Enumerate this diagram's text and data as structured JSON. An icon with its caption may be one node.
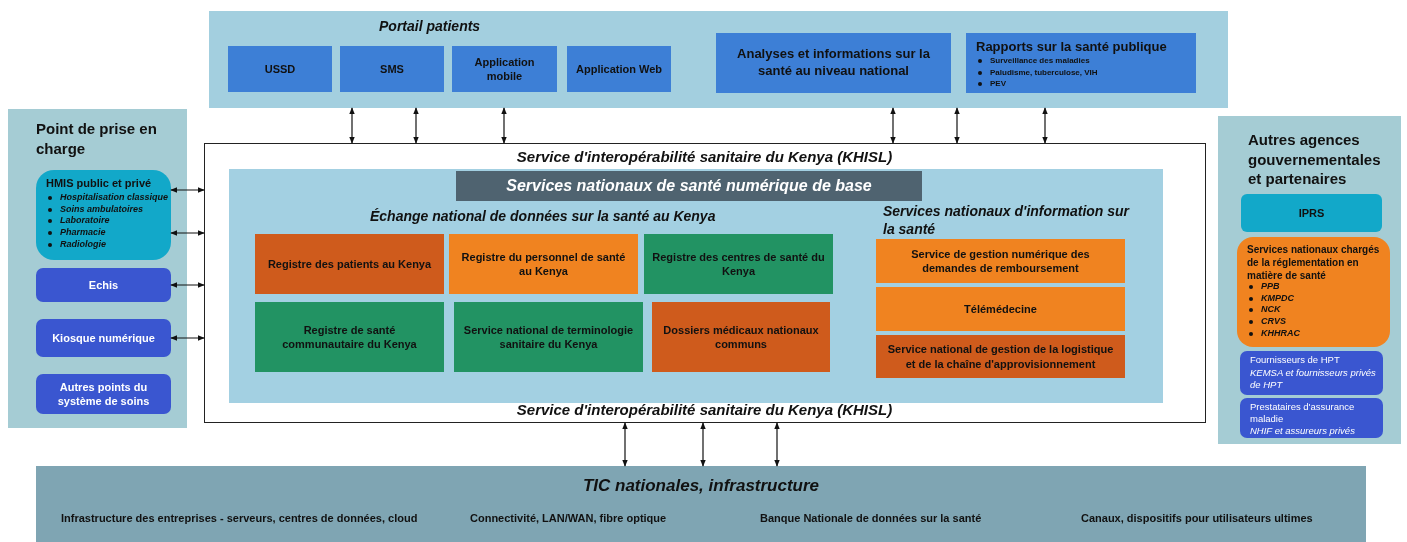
{
  "diagram": {
    "nodes": [
      {
        "text": [
          "Portail patients"
        ]
      },
      {
        "text": [
          "USSD"
        ],
        "in": 0
      },
      {
        "text": [
          "SMS"
        ],
        "in": 0
      },
      {
        "text": [
          "Application mobile"
        ],
        "in": 0
      },
      {
        "text": [
          "Application Web"
        ],
        "in": 0
      },
      {
        "text": [
          "Analyses et informations sur la santé au niveau national"
        ],
        "in": 0
      },
      {
        "text": [
          "Rapports sur la santé publique",
          "Surveillance des maladies",
          "Paludisme, tuberculose, VIH",
          "PEV"
        ],
        "in": 0
      },
      {
        "text": [
          "Point de prise en charge"
        ]
      },
      {
        "text": [
          "HMIS public et privé",
          "Hospitalisation classique",
          "Soins ambulatoires",
          "Laboratoire",
          "Pharmacie",
          "Radiologie"
        ],
        "in": 7
      },
      {
        "text": [
          "Echis"
        ],
        "in": 7
      },
      {
        "text": [
          "Kiosque numérique"
        ],
        "in": 7
      },
      {
        "text": [
          "Autres points du système de soins"
        ],
        "in": 7
      },
      {
        "text": [
          "Service d'interopérabilité sanitaire du Kenya (KHISL)",
          "Service d'interopérabilité sanitaire du Kenya (KHISL)"
        ]
      },
      {
        "text": [
          "Services nationaux de santé numérique de base"
        ],
        "in": 12
      },
      {
        "text": [
          "Registre des patients au Kenya"
        ],
        "in": 13
      },
      {
        "text": [
          "Registre du personnel de santé au Kenya"
        ],
        "in": 13
      },
      {
        "text": [
          "Registre des centres de santé du Kenya"
        ],
        "in": 13
      },
      {
        "text": [
          "Registre de santé communautaire du Kenya"
        ],
        "in": 13
      },
      {
        "text": [
          "Service national de terminologie sanitaire du Kenya"
        ],
        "in": 13
      },
      {
        "text": [
          "Dossiers médicaux nationaux communs"
        ],
        "in": 13
      },
      {
        "text": [
          "Service de gestion numérique des demandes de remboursement"
        ],
        "in": 13
      },
      {
        "text": [
          "Télémédecine"
        ],
        "in": 13
      },
      {
        "text": [
          "Service national de gestion de la logistique et de la chaîne d'approvisionnement"
        ],
        "in": 13
      },
      {
        "text": [
          "Autres agences gouvernementales et partenaires"
        ]
      },
      {
        "text": [
          "IPRS"
        ],
        "in": 23
      },
      {
        "text": [
          "Services nationaux chargés de la réglementation en matière de santé",
          "PPB",
          "KMPDC",
          "NCK",
          "CRVS",
          "KHHRAC"
        ],
        "in": 23
      },
      {
        "text": [
          "Fournisseurs de HPT",
          "KEMSA et fournisseurs privés de HPT"
        ],
        "in": 23
      },
      {
        "text": [
          "Prestataires d'assurance maladie",
          "NHIF et assureurs privés"
        ],
        "in": 23
      },
      {
        "text": [
          "TIC nationales, infrastructure",
          "Infrastructure des entreprises - serveurs, centres de données, cloud",
          "Connectivité, LAN/WAN, fibre optique",
          "Banque Nationale de données sur la santé",
          "Canaux, dispositifs pour utilisateurs ultimes"
        ]
      }
    ],
    "edges": [
      {
        "from": 0,
        "to": 12,
        "arrow": "both"
      },
      {
        "from": 0,
        "to": 12,
        "arrow": "both"
      },
      {
        "from": 0,
        "to": 12,
        "arrow": "both"
      },
      {
        "from": 0,
        "to": 12,
        "arrow": "both"
      },
      {
        "from": 0,
        "to": 12,
        "arrow": "both"
      },
      {
        "from": 0,
        "to": 12,
        "arrow": "both"
      },
      {
        "from": 8,
        "to": 12,
        "arrow": "both"
      },
      {
        "from": 8,
        "to": 12,
        "arrow": "both"
      },
      {
        "from": 9,
        "to": 12,
        "arrow": "both"
      },
      {
        "from": 10,
        "to": 12,
        "arrow": "both"
      },
      {
        "from": 28,
        "to": 12,
        "arrow": "both"
      },
      {
        "from": 28,
        "to": 12,
        "arrow": "both"
      },
      {
        "from": 28,
        "to": 12,
        "arrow": "both"
      }
    ],
    "labels": [
      "Échange national de données sur la santé au Kenya",
      "Services nationaux d'information sur la santé"
    ]
  }
}
